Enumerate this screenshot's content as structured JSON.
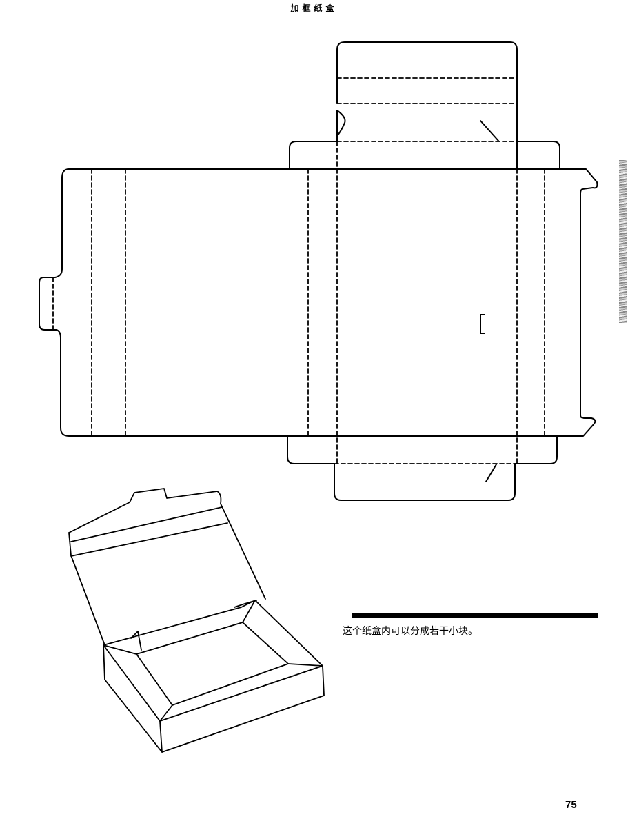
{
  "header": {
    "title": "加框纸盒"
  },
  "caption": {
    "text": "这个纸盒内可以分成若干小块。"
  },
  "footer": {
    "page_number": "75"
  }
}
